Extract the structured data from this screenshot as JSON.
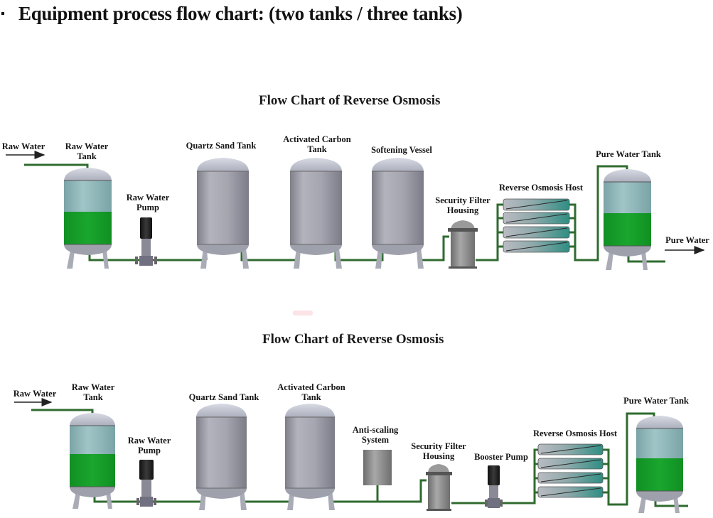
{
  "heading": "Equipment process flow chart: (two tanks / three tanks)",
  "colors": {
    "pipe": "#2f6b2f",
    "water_green": "#169a2a",
    "tank_upper_teal": "#8fb7b9",
    "steel_gray": "#9c9ca6",
    "membrane_teal": "#3f9d92"
  },
  "charts": [
    {
      "title": "Flow Chart of Reverse Osmosis",
      "labels": {
        "raw_water_in": "Raw Water",
        "raw_water_tank": [
          "Raw Water",
          "Tank"
        ],
        "raw_water_pump": [
          "Raw Water",
          "Pump"
        ],
        "quartz_sand_tank": "Quartz Sand Tank",
        "activated_carbon_tank": [
          "Activated Carbon",
          "Tank"
        ],
        "softening_vessel": "Softening Vessel",
        "security_filter_housing": [
          "Security Filter",
          "Housing"
        ],
        "ro_host": "Reverse Osmosis Host",
        "pure_water_tank": "Pure Water Tank",
        "pure_water_out": "Pure Water"
      }
    },
    {
      "title": "Flow Chart of Reverse Osmosis",
      "labels": {
        "raw_water_in": "Raw Water",
        "raw_water_tank": [
          "Raw Water",
          "Tank"
        ],
        "raw_water_pump": [
          "Raw Water",
          "Pump"
        ],
        "quartz_sand_tank": "Quartz Sand Tank",
        "activated_carbon_tank": [
          "Activated Carbon",
          "Tank"
        ],
        "anti_scaling_system": [
          "Anti-scaling",
          "System"
        ],
        "security_filter_housing": [
          "Security Filter",
          "Housing"
        ],
        "booster_pump": "Booster Pump",
        "ro_host": "Reverse Osmosis Host",
        "pure_water_tank": "Pure Water Tank"
      }
    }
  ]
}
